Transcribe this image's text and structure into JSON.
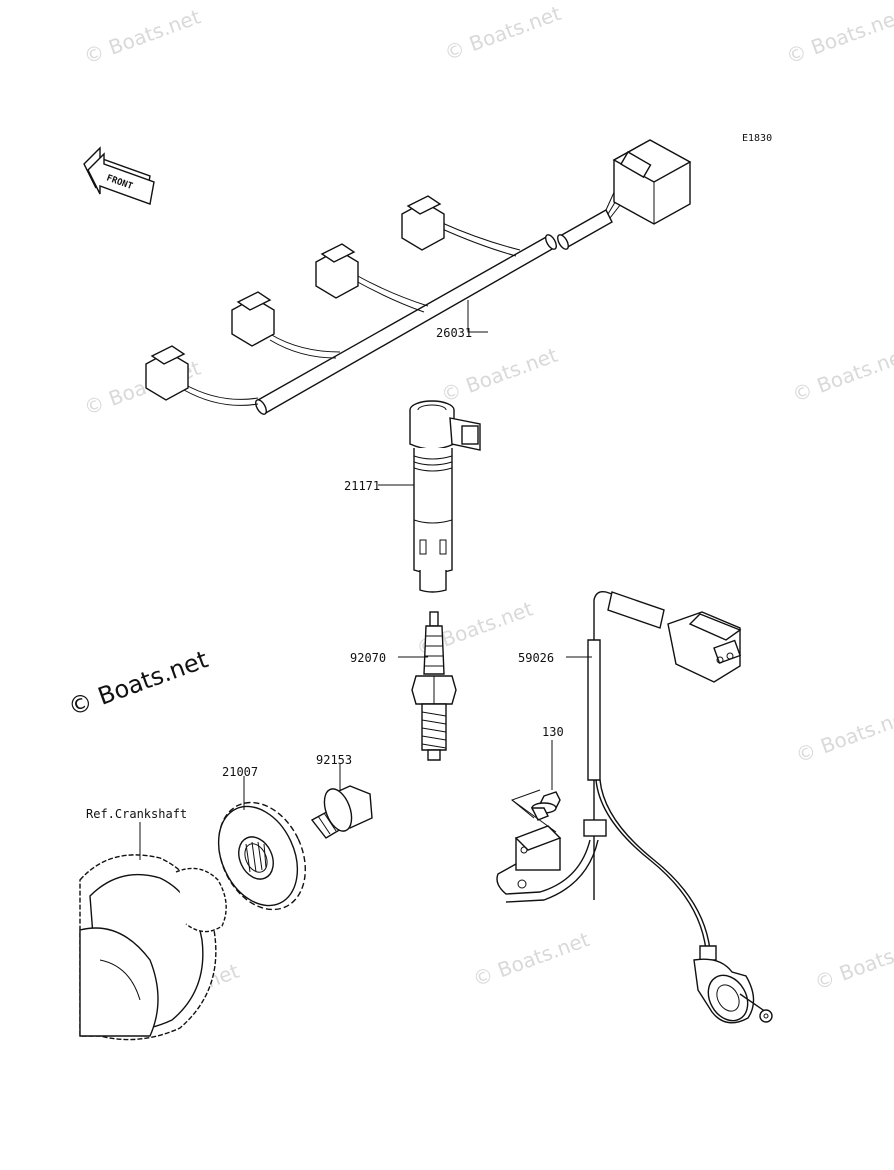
{
  "diagram_code": "E1830",
  "front_arrow_label": "FRONT",
  "ref_label": "Ref.Crankshaft",
  "watermark": "© Boats.net",
  "parts": [
    {
      "id": "harness",
      "number": "26031"
    },
    {
      "id": "ignition_coil",
      "number": "21171"
    },
    {
      "id": "spark_plug",
      "number": "92070"
    },
    {
      "id": "sensor_lead",
      "number": "59026"
    },
    {
      "id": "bolt_small",
      "number": "130"
    },
    {
      "id": "bolt_flange",
      "number": "92153"
    },
    {
      "id": "timing_rotor",
      "number": "21007"
    }
  ]
}
